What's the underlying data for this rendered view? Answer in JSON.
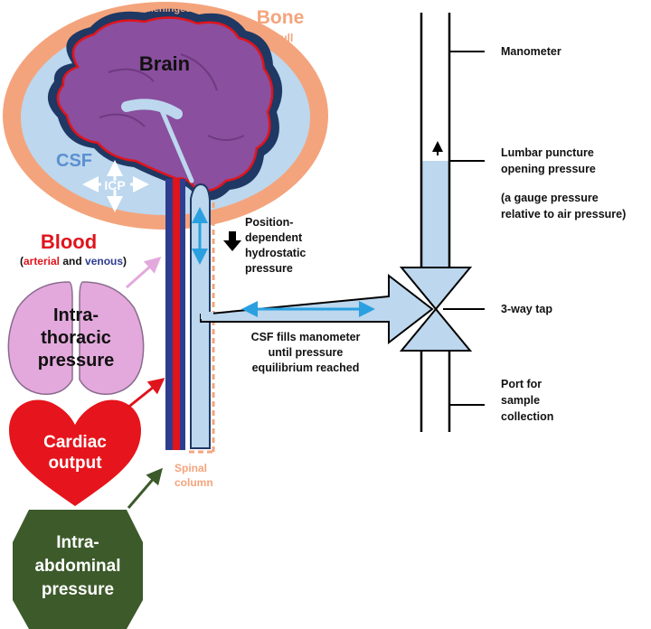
{
  "labels": {
    "meninges": "Meninges",
    "bone": "Bone",
    "skull": "Skull",
    "brain": "Brain",
    "csf": "CSF",
    "icp": "ICP",
    "blood": "Blood",
    "blood_paren_open": "(",
    "blood_arterial": "arterial",
    "blood_and": " and ",
    "blood_venous": "venous",
    "blood_paren_close": ")",
    "intrathoracic_1": "Intra-",
    "intrathoracic_2": "thoracic",
    "intrathoracic_3": "pressure",
    "cardiac_1": "Cardiac",
    "cardiac_2": "output",
    "intraabdominal_1": "Intra-",
    "intraabdominal_2": "abdominal",
    "intraabdominal_3": "pressure",
    "spinal_1": "Spinal",
    "spinal_2": "column",
    "hydrostatic_1": "Position-",
    "hydrostatic_2": "dependent",
    "hydrostatic_3": "hydrostatic",
    "hydrostatic_4": "pressure",
    "csf_fill_1": "CSF fills manometer",
    "csf_fill_2": "until pressure",
    "csf_fill_3": "equilibrium reached",
    "manometer": "Manometer",
    "lumbar_1": "Lumbar puncture",
    "lumbar_2": "opening pressure",
    "gauge_1": "(a gauge pressure",
    "gauge_2": "relative to air pressure)",
    "tap": "3-way tap",
    "port_1": "Port for",
    "port_2": "sample",
    "port_3": "collection"
  },
  "colors": {
    "bone": "#f4a47c",
    "csf": "#bcd7ee",
    "brain": "#8a4f9e",
    "meninges_dark": "#1f3864",
    "artery": "#e0141c",
    "vein": "#2e3d8f",
    "lung": "#e3a9dc",
    "heart": "#e6141c",
    "abdomen": "#3c5a2a",
    "arrow_blue": "#2aa0e0",
    "csf_label": "#5b8fd0",
    "text_dark": "#111111"
  }
}
